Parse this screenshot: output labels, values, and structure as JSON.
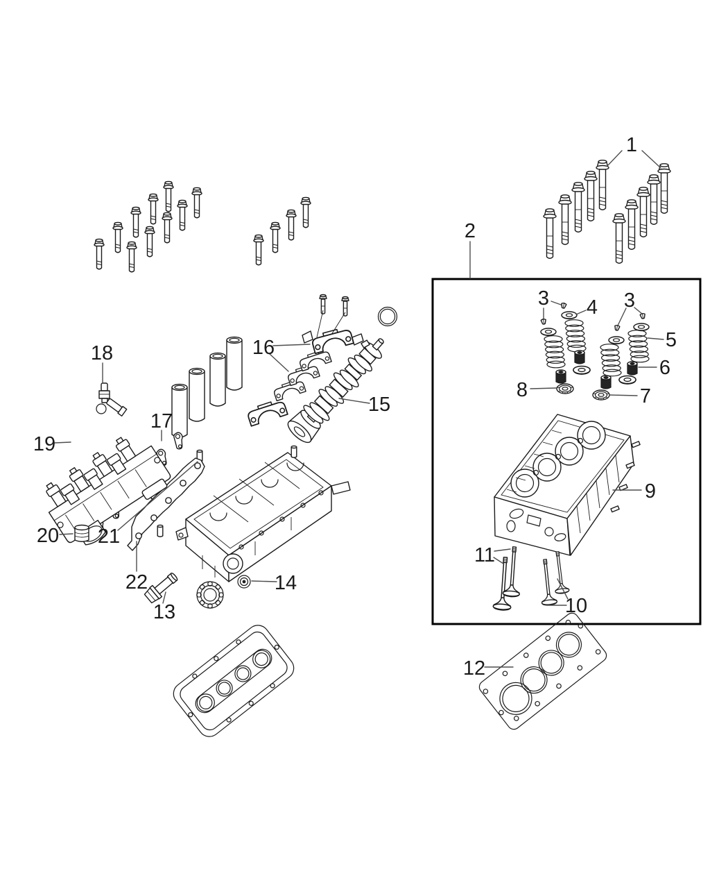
{
  "diagram": {
    "kind": "engine-parts-exploded-diagram",
    "subject": "cylinder-head-camshaft-valves-assembly"
  },
  "colors": {
    "background": "#ffffff",
    "line_art": "#1a1a1a",
    "leader_line": "#4d4d4d",
    "label_text": "#1a1a1a",
    "group_box_border": "#000000",
    "dark_part_fill": "#242424"
  },
  "callouts": {
    "c1": {
      "label": "1"
    },
    "c2": {
      "label": "2"
    },
    "c3a": {
      "label": "3"
    },
    "c3b": {
      "label": "3"
    },
    "c4": {
      "label": "4"
    },
    "c5": {
      "label": "5"
    },
    "c6": {
      "label": "6"
    },
    "c7": {
      "label": "7"
    },
    "c8": {
      "label": "8"
    },
    "c9": {
      "label": "9"
    },
    "c10": {
      "label": "10"
    },
    "c11": {
      "label": "11"
    },
    "c12": {
      "label": "12"
    },
    "c13": {
      "label": "13"
    },
    "c14": {
      "label": "14"
    },
    "c15": {
      "label": "15"
    },
    "c16": {
      "label": "16"
    },
    "c17": {
      "label": "17"
    },
    "c18": {
      "label": "18"
    },
    "c19": {
      "label": "19"
    },
    "c20": {
      "label": "20"
    },
    "c21": {
      "label": "21"
    },
    "c22": {
      "label": "22"
    }
  }
}
